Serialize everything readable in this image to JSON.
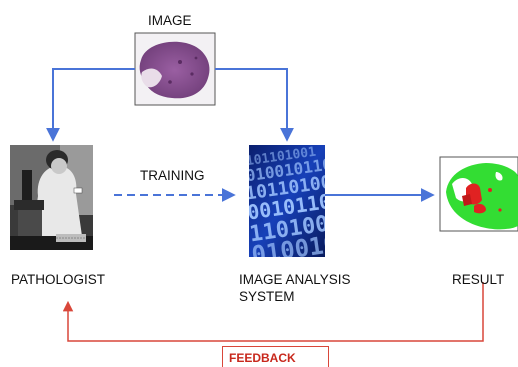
{
  "labels": {
    "image": "IMAGE",
    "training": "TRAINING",
    "pathologist": "PATHOLOGIST",
    "system_line1": "IMAGE ANALYSIS",
    "system_line2": "SYSTEM",
    "result": "RESULT",
    "feedback": "FEEDBACK"
  },
  "colors": {
    "flow_arrow": "#4a74d8",
    "feedback_arrow": "#d9473a",
    "feedback_text": "#c8281c",
    "binary_bg": "#0d2a8a",
    "binary_digit": "#9fc4ff",
    "tissue": "#8e5a92",
    "result_green": "#33dd33",
    "result_red": "#e02222"
  },
  "icons": {
    "image": "histology-slide-image",
    "pathologist": "pathologist-microscope-photo",
    "system": "binary-code-image",
    "result": "segmentation-result-image"
  }
}
